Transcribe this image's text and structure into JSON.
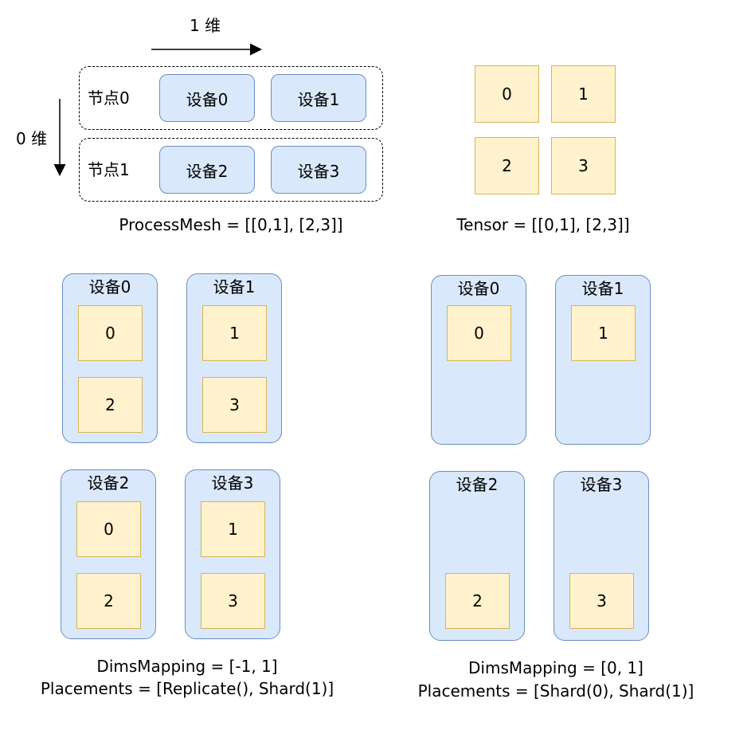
{
  "axes": {
    "dim1_label": "1 维",
    "dim0_label": "0 维"
  },
  "process_mesh": {
    "nodes": [
      {
        "label": "节点0",
        "devices": [
          "设备0",
          "设备1"
        ]
      },
      {
        "label": "节点1",
        "devices": [
          "设备2",
          "设备3"
        ]
      }
    ],
    "caption": "ProcessMesh = [[0,1], [2,3]]"
  },
  "tensor": {
    "cells": [
      "0",
      "1",
      "2",
      "3"
    ],
    "caption": "Tensor = [[0,1], [2,3]]"
  },
  "replicate_example": {
    "devices": [
      {
        "label": "设备0",
        "chunks": [
          "0",
          "2"
        ]
      },
      {
        "label": "设备1",
        "chunks": [
          "1",
          "3"
        ]
      },
      {
        "label": "设备2",
        "chunks": [
          "0",
          "2"
        ]
      },
      {
        "label": "设备3",
        "chunks": [
          "1",
          "3"
        ]
      }
    ],
    "caption_line1": "DimsMapping = [-1, 1]",
    "caption_line2": "Placements = [Replicate(), Shard(1)]"
  },
  "shard_example": {
    "devices": [
      {
        "label": "设备0",
        "chunks": [
          "0"
        ]
      },
      {
        "label": "设备1",
        "chunks": [
          "1"
        ]
      },
      {
        "label": "设备2",
        "chunks": [
          "2"
        ]
      },
      {
        "label": "设备3",
        "chunks": [
          "3"
        ]
      }
    ],
    "caption_line1": "DimsMapping = [0, 1]",
    "caption_line2": "Placements = [Shard(0), Shard(1)]"
  }
}
